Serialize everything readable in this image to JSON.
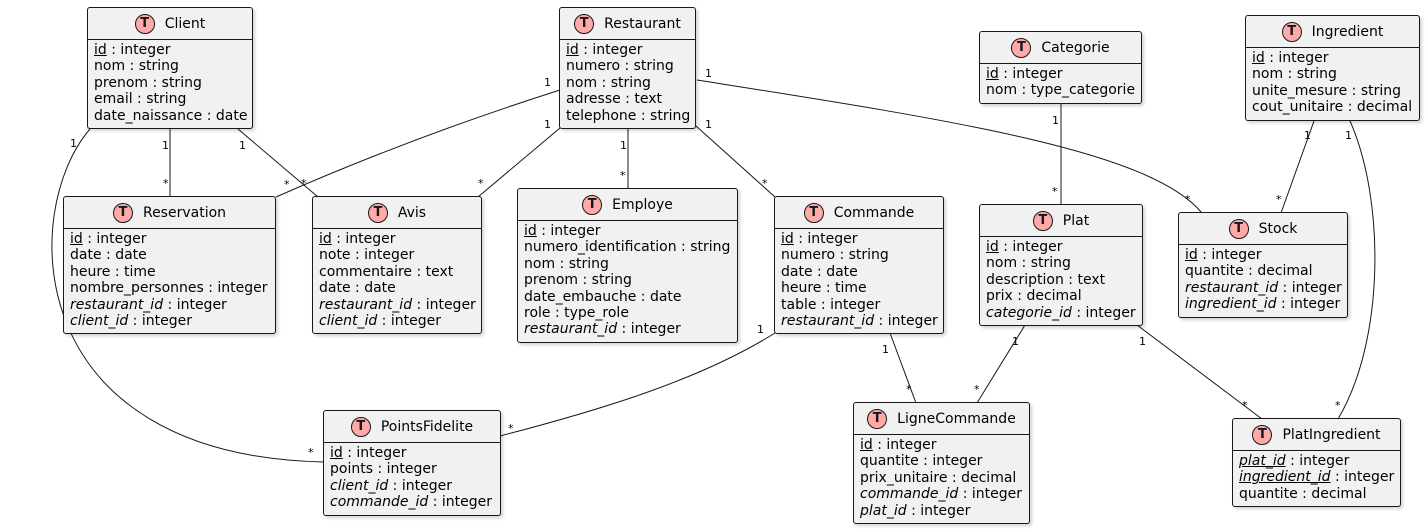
{
  "entities": [
    {
      "name": "Client",
      "badge": "T",
      "attrs": [
        {
          "name": "id",
          "type": " : integer",
          "kind": "k"
        },
        {
          "name": "nom",
          "type": " : string",
          "kind": ""
        },
        {
          "name": "prenom",
          "type": " : string",
          "kind": ""
        },
        {
          "name": "email",
          "type": " : string",
          "kind": ""
        },
        {
          "name": "date_naissance",
          "type": " : date",
          "kind": ""
        }
      ]
    },
    {
      "name": "Restaurant",
      "badge": "T",
      "attrs": [
        {
          "name": "id",
          "type": " : integer",
          "kind": "k"
        },
        {
          "name": "numero",
          "type": " : string",
          "kind": ""
        },
        {
          "name": "nom",
          "type": " : string",
          "kind": ""
        },
        {
          "name": "adresse",
          "type": " : text",
          "kind": ""
        },
        {
          "name": "telephone",
          "type": " : string",
          "kind": ""
        }
      ]
    },
    {
      "name": "Categorie",
      "badge": "T",
      "attrs": [
        {
          "name": "id",
          "type": " : integer",
          "kind": "k"
        },
        {
          "name": "nom",
          "type": " : type_categorie",
          "kind": ""
        }
      ]
    },
    {
      "name": "Ingredient",
      "badge": "T",
      "attrs": [
        {
          "name": "id",
          "type": " : integer",
          "kind": "k"
        },
        {
          "name": "nom",
          "type": " : string",
          "kind": ""
        },
        {
          "name": "unite_mesure",
          "type": " : string",
          "kind": ""
        },
        {
          "name": "cout_unitaire",
          "type": " : decimal",
          "kind": ""
        }
      ]
    },
    {
      "name": "Reservation",
      "badge": "T",
      "attrs": [
        {
          "name": "id",
          "type": " : integer",
          "kind": "k"
        },
        {
          "name": "date",
          "type": " : date",
          "kind": ""
        },
        {
          "name": "heure",
          "type": " : time",
          "kind": ""
        },
        {
          "name": "nombre_personnes",
          "type": " : integer",
          "kind": ""
        },
        {
          "name": "restaurant_id",
          "type": " : integer",
          "kind": "fk"
        },
        {
          "name": "client_id",
          "type": " : integer",
          "kind": "fk"
        }
      ]
    },
    {
      "name": "Avis",
      "badge": "T",
      "attrs": [
        {
          "name": "id",
          "type": " : integer",
          "kind": "k"
        },
        {
          "name": "note",
          "type": " : integer",
          "kind": ""
        },
        {
          "name": "commentaire",
          "type": " : text",
          "kind": ""
        },
        {
          "name": "date",
          "type": " : date",
          "kind": ""
        },
        {
          "name": "restaurant_id",
          "type": " : integer",
          "kind": "fk"
        },
        {
          "name": "client_id",
          "type": " : integer",
          "kind": "fk"
        }
      ]
    },
    {
      "name": "Employe",
      "badge": "T",
      "attrs": [
        {
          "name": "id",
          "type": " : integer",
          "kind": "k"
        },
        {
          "name": "numero_identification",
          "type": " : string",
          "kind": ""
        },
        {
          "name": "nom",
          "type": " : string",
          "kind": ""
        },
        {
          "name": "prenom",
          "type": " : string",
          "kind": ""
        },
        {
          "name": "date_embauche",
          "type": " : date",
          "kind": ""
        },
        {
          "name": "role",
          "type": " : type_role",
          "kind": ""
        },
        {
          "name": "restaurant_id",
          "type": " : integer",
          "kind": "fk"
        }
      ]
    },
    {
      "name": "Commande",
      "badge": "T",
      "attrs": [
        {
          "name": "id",
          "type": " : integer",
          "kind": "k"
        },
        {
          "name": "numero",
          "type": " : string",
          "kind": ""
        },
        {
          "name": "date",
          "type": " : date",
          "kind": ""
        },
        {
          "name": "heure",
          "type": " : time",
          "kind": ""
        },
        {
          "name": "table",
          "type": " : integer",
          "kind": ""
        },
        {
          "name": "restaurant_id",
          "type": " : integer",
          "kind": "fk"
        }
      ]
    },
    {
      "name": "Plat",
      "badge": "T",
      "attrs": [
        {
          "name": "id",
          "type": " : integer",
          "kind": "k"
        },
        {
          "name": "nom",
          "type": " : string",
          "kind": ""
        },
        {
          "name": "description",
          "type": " : text",
          "kind": ""
        },
        {
          "name": "prix",
          "type": " : decimal",
          "kind": ""
        },
        {
          "name": "categorie_id",
          "type": " : integer",
          "kind": "fk"
        }
      ]
    },
    {
      "name": "Stock",
      "badge": "T",
      "attrs": [
        {
          "name": "id",
          "type": " : integer",
          "kind": "k"
        },
        {
          "name": "quantite",
          "type": " : decimal",
          "kind": ""
        },
        {
          "name": "restaurant_id",
          "type": " : integer",
          "kind": "fk"
        },
        {
          "name": "ingredient_id",
          "type": " : integer",
          "kind": "fk"
        }
      ]
    },
    {
      "name": "PointsFidelite",
      "badge": "T",
      "attrs": [
        {
          "name": "id",
          "type": " : integer",
          "kind": "k"
        },
        {
          "name": "points",
          "type": " : integer",
          "kind": ""
        },
        {
          "name": "client_id",
          "type": " : integer",
          "kind": "fk"
        },
        {
          "name": "commande_id",
          "type": " : integer",
          "kind": "fk"
        }
      ]
    },
    {
      "name": "LigneCommande",
      "badge": "T",
      "attrs": [
        {
          "name": "id",
          "type": " : integer",
          "kind": "k"
        },
        {
          "name": "quantite",
          "type": " : integer",
          "kind": ""
        },
        {
          "name": "prix_unitaire",
          "type": " : decimal",
          "kind": ""
        },
        {
          "name": "commande_id",
          "type": " : integer",
          "kind": "fk"
        },
        {
          "name": "plat_id",
          "type": " : integer",
          "kind": "fk"
        }
      ]
    },
    {
      "name": "PlatIngredient",
      "badge": "T",
      "attrs": [
        {
          "name": "plat_id",
          "type": " : integer",
          "kind": "pf"
        },
        {
          "name": "ingredient_id",
          "type": " : integer",
          "kind": "pf"
        },
        {
          "name": "quantite",
          "type": " : decimal",
          "kind": ""
        }
      ]
    }
  ],
  "relations": [
    {
      "from": "Client",
      "to": "Reservation",
      "from_card": "1",
      "to_card": "*"
    },
    {
      "from": "Client",
      "to": "Avis",
      "from_card": "1",
      "to_card": "*"
    },
    {
      "from": "Client",
      "to": "PointsFidelite",
      "from_card": "1",
      "to_card": "*"
    },
    {
      "from": "Restaurant",
      "to": "Reservation",
      "from_card": "1",
      "to_card": "*"
    },
    {
      "from": "Restaurant",
      "to": "Avis",
      "from_card": "1",
      "to_card": "*"
    },
    {
      "from": "Restaurant",
      "to": "Employe",
      "from_card": "1",
      "to_card": "*"
    },
    {
      "from": "Restaurant",
      "to": "Commande",
      "from_card": "1",
      "to_card": "*"
    },
    {
      "from": "Restaurant",
      "to": "Stock",
      "from_card": "1",
      "to_card": "*"
    },
    {
      "from": "Categorie",
      "to": "Plat",
      "from_card": "1",
      "to_card": "*"
    },
    {
      "from": "Ingredient",
      "to": "Stock",
      "from_card": "1",
      "to_card": "*"
    },
    {
      "from": "Ingredient",
      "to": "PlatIngredient",
      "from_card": "1",
      "to_card": "*"
    },
    {
      "from": "Commande",
      "to": "PointsFidelite",
      "from_card": "1",
      "to_card": "*"
    },
    {
      "from": "Commande",
      "to": "LigneCommande",
      "from_card": "1",
      "to_card": "*"
    },
    {
      "from": "Plat",
      "to": "LigneCommande",
      "from_card": "1",
      "to_card": "*"
    },
    {
      "from": "Plat",
      "to": "PlatIngredient",
      "from_card": "1",
      "to_card": "*"
    }
  ],
  "colors": {
    "entity_fill": "#f1f1f1",
    "badge_fill": "#ffa9a9",
    "line": "#181818"
  }
}
